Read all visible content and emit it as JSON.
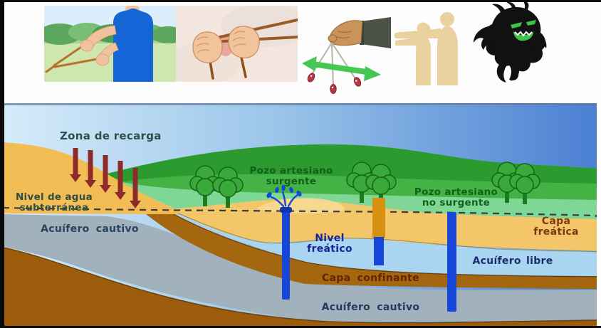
{
  "top_band": {
    "illustrations": [
      {
        "icon": "dowsing-rod-field-scene"
      },
      {
        "icon": "dowsing-rod-hands-closeup"
      },
      {
        "icon": "pendulum-in-hand"
      },
      {
        "icon": "pointing-people-silhouettes"
      },
      {
        "icon": "shadow-demon"
      }
    ]
  },
  "diagram": {
    "labels": {
      "zona_recarga": "Zona de recarga",
      "nivel_agua": {
        "line1": "Nivel de agua",
        "line2": "subterránea"
      },
      "acuifero_cautivo_upper": "Acuífero cautivo",
      "pozo_surgente": {
        "line1": "Pozo artesiano",
        "line2": "surgente"
      },
      "nivel_freatico": {
        "line1": "Nivel",
        "line2": "freático"
      },
      "pozo_no_surgente": {
        "line1": "Pozo artesiano",
        "line2": "no surgente"
      },
      "capa_freatica": {
        "line1": "Capa",
        "line2": "freática"
      },
      "acuifero_libre": "Acuífero libre",
      "capa_confinante": "Capa confinante",
      "acuifero_cautivo_lower": "Acuífero cautivo"
    },
    "colors": {
      "sky_left": "#d6ecfa",
      "sky_mid": "#9cc6ea",
      "sky_right": "#4a7fd2",
      "hill_dark": "#2b9b2f",
      "hill_mid": "#45b245",
      "grass_light": "#7fd795",
      "sand_left": "#f2bd55",
      "sand_surface": "#f3c769",
      "sand_light": "#f7da96",
      "aquifer_free": "#aad5f0",
      "confining": "#a4660e",
      "aquifer_captive": "#a1b2bd",
      "basement": "#9c5c0c",
      "well_blue": "#1747d8",
      "well_casing": "#d89010",
      "arrow_red": "#8d2b2b",
      "dashed_line": "#3b3b3b",
      "label_teal": "#2e4f49",
      "label_navy": "#223a5e",
      "label_green": "#11601a",
      "label_blue": "#16259b",
      "label_brown": "#7a3a10",
      "label_maroon": "#5f2605"
    }
  }
}
